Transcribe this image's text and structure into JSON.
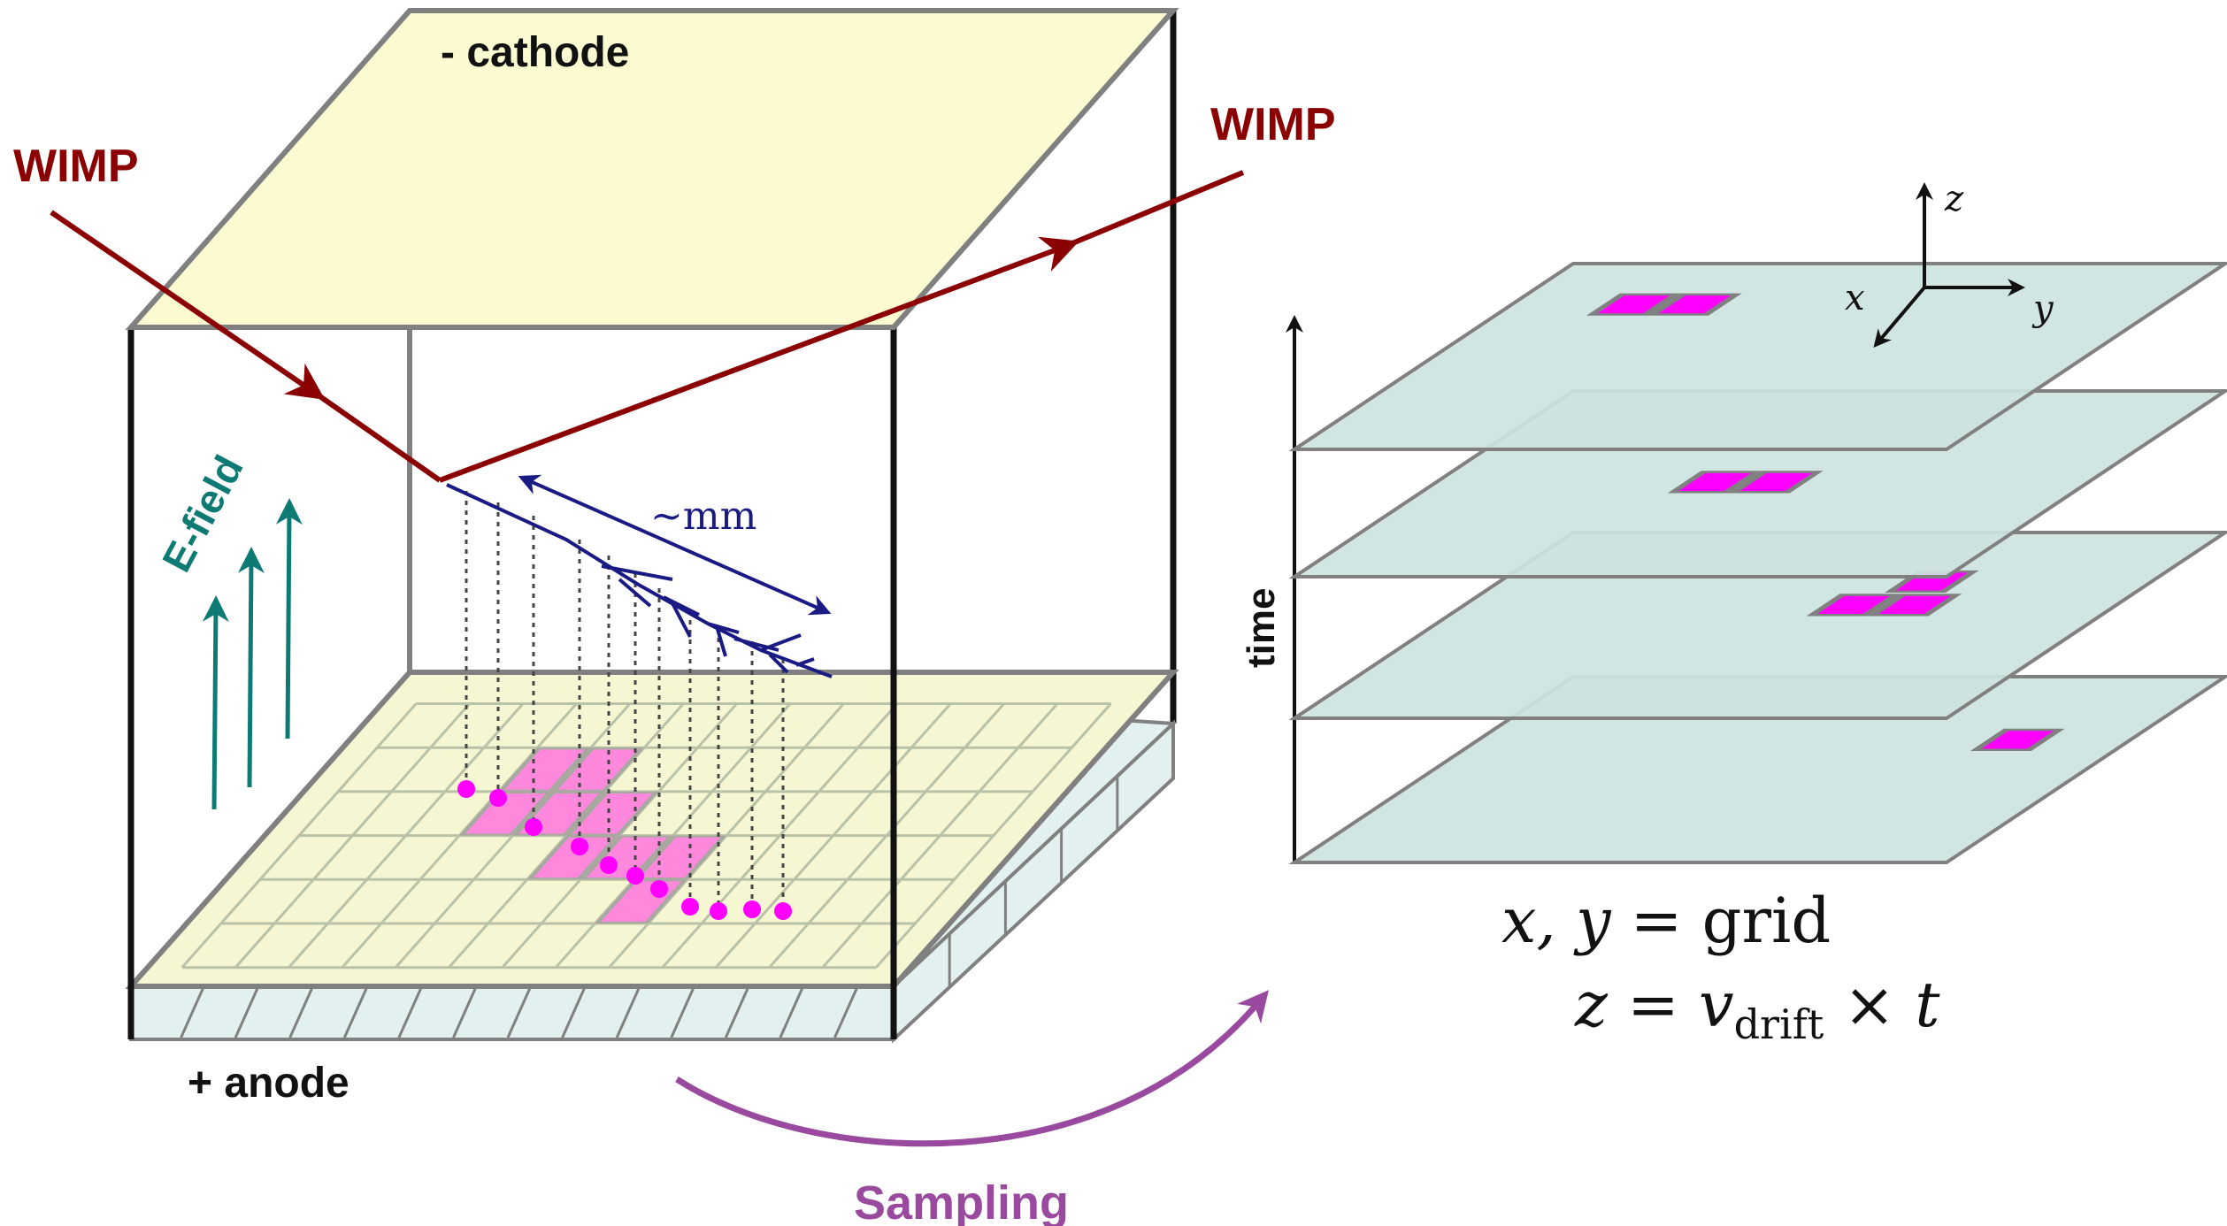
{
  "colors": {
    "wimp": "#8b0000",
    "cathode_fill": "#fbf9cc",
    "anode_fill": "#f6f7d2",
    "efield": "#0d7a73",
    "track": "#1a1a85",
    "pixel": "#ff00ff",
    "pixel_hit": "#ff88dd",
    "layer_fill": "#cde3df",
    "sampling": "#9a4a9e",
    "frame": "#111111",
    "edge_gray": "#808080"
  },
  "labels": {
    "cathode": "- cathode",
    "anode": "+ anode",
    "wimp_in": "WIMP",
    "wimp_out": "WIMP",
    "efield": "E-field",
    "scale": "~mm",
    "sampling": "Sampling",
    "time_axis": "time",
    "axis_x": "x",
    "axis_y": "y",
    "axis_z": "z"
  },
  "equations": {
    "line1_vars": "x, y",
    "line1_eq": " = grid",
    "line2_z": "z",
    "line2_eq": " = ",
    "line2_v": "v",
    "line2_sub": "drift",
    "line2_times": " × ",
    "line2_t": "t"
  },
  "icons": [
    "arrow-icon",
    "branching-track-icon",
    "axes-triad-icon"
  ]
}
